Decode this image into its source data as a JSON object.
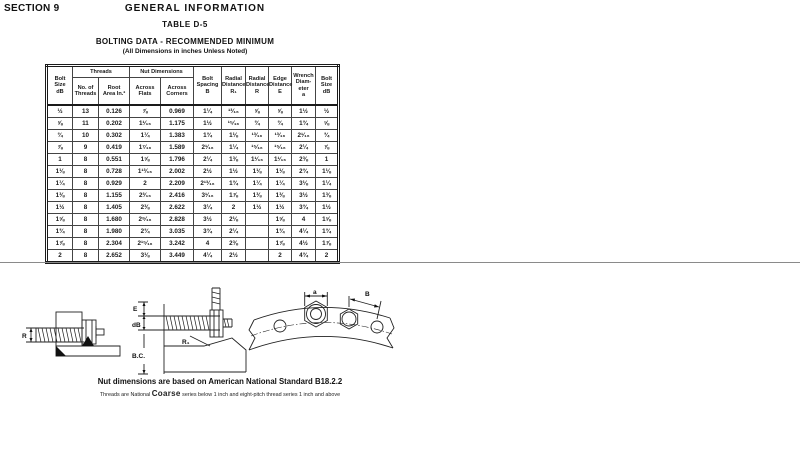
{
  "page": {
    "section": "SECTION 9",
    "title": "GENERAL  INFORMATION",
    "table_label": "TABLE  D-5",
    "subtitle": "BOLTING DATA - RECOMMENDED MINIMUM",
    "note": "(All Dimensions in inches Unless Noted)"
  },
  "table": {
    "groups": {
      "threads": "Threads",
      "nut": "Nut Dimensions"
    },
    "headers": [
      "Bolt\nSize\ndB",
      "No. of\nThreads",
      "Root\nArea In.²",
      "Across\nFlats",
      "Across\nCorners",
      "Bolt\nSpacing\nB",
      "Radial\nDistance\nR₁",
      "Radial\nDistance\nR",
      "Edge\nDistance\nE",
      "Wrench\nDiam-\neter\na",
      "Bolt\nSize\ndB"
    ],
    "rows": [
      [
        "½",
        "13",
        "0.126",
        "⅞",
        "0.969",
        "1¼",
        "¹³⁄₁₆",
        "⅝",
        "⅝",
        "1½",
        "½"
      ],
      [
        "⅝",
        "11",
        "0.202",
        "1¹⁄₁₆",
        "1.175",
        "1½",
        "¹⁵⁄₁₆",
        "¾",
        "¾",
        "1¾",
        "⅝"
      ],
      [
        "¾",
        "10",
        "0.302",
        "1¼",
        "1.383",
        "1¾",
        "1⅛",
        "¹³⁄₁₆",
        "¹³⁄₁₆",
        "2¹⁄₁₆",
        "¾"
      ],
      [
        "⅞",
        "9",
        "0.419",
        "1⁷⁄₁₆",
        "1.589",
        "2¹⁄₁₆",
        "1¼",
        "¹⁵⁄₁₆",
        "¹⁵⁄₁₆",
        "2¼",
        "⅞"
      ],
      [
        "1",
        "8",
        "0.551",
        "1⅝",
        "1.796",
        "2¼",
        "1⅜",
        "1¹⁄₁₆",
        "1¹⁄₁₆",
        "2⅜",
        "1"
      ],
      [
        "1⅛",
        "8",
        "0.728",
        "1¹³⁄₁₆",
        "2.002",
        "2½",
        "1½",
        "1⅛",
        "1⅛",
        "2¾",
        "1⅛"
      ],
      [
        "1¼",
        "8",
        "0.929",
        "2",
        "2.209",
        "2¹³⁄₁₆",
        "1¾",
        "1¼",
        "1¼",
        "3⅛",
        "1¼"
      ],
      [
        "1⅜",
        "8",
        "1.155",
        "2³⁄₁₆",
        "2.416",
        "3¹⁄₁₆",
        "1⅞",
        "1⅜",
        "1⅜",
        "3½",
        "1⅜"
      ],
      [
        "1½",
        "8",
        "1.405",
        "2⅜",
        "2.622",
        "3¼",
        "2",
        "1½",
        "1½",
        "3¾",
        "1½"
      ],
      [
        "1⅝",
        "8",
        "1.680",
        "2⁹⁄₁₆",
        "2.828",
        "3½",
        "2⅛",
        "",
        "1⅝",
        "4",
        "1⅝"
      ],
      [
        "1¾",
        "8",
        "1.980",
        "2¾",
        "3.035",
        "3¾",
        "2¼",
        "",
        "1¾",
        "4¼",
        "1¾"
      ],
      [
        "1⅞",
        "8",
        "2.304",
        "2¹⁵⁄₁₆",
        "3.242",
        "4",
        "2⅜",
        "",
        "1⅞",
        "4½",
        "1⅞"
      ],
      [
        "2",
        "8",
        "2.652",
        "3⅛",
        "3.449",
        "4¼",
        "2½",
        "",
        "2",
        "4¾",
        "2"
      ]
    ]
  },
  "diagram": {
    "labels": {
      "r": "R",
      "e": "E",
      "db": "dB",
      "r1": "R₁",
      "bc": "B.C.",
      "a": "a",
      "b": "B"
    },
    "caption": "Nut dimensions are based on American National Standard B18.2.2",
    "subcaption_prefix": "Threads are National ",
    "subcaption_bold": "Coarse",
    "subcaption_suffix": " series below 1 inch and eight-pitch thread series 1 inch and above"
  }
}
